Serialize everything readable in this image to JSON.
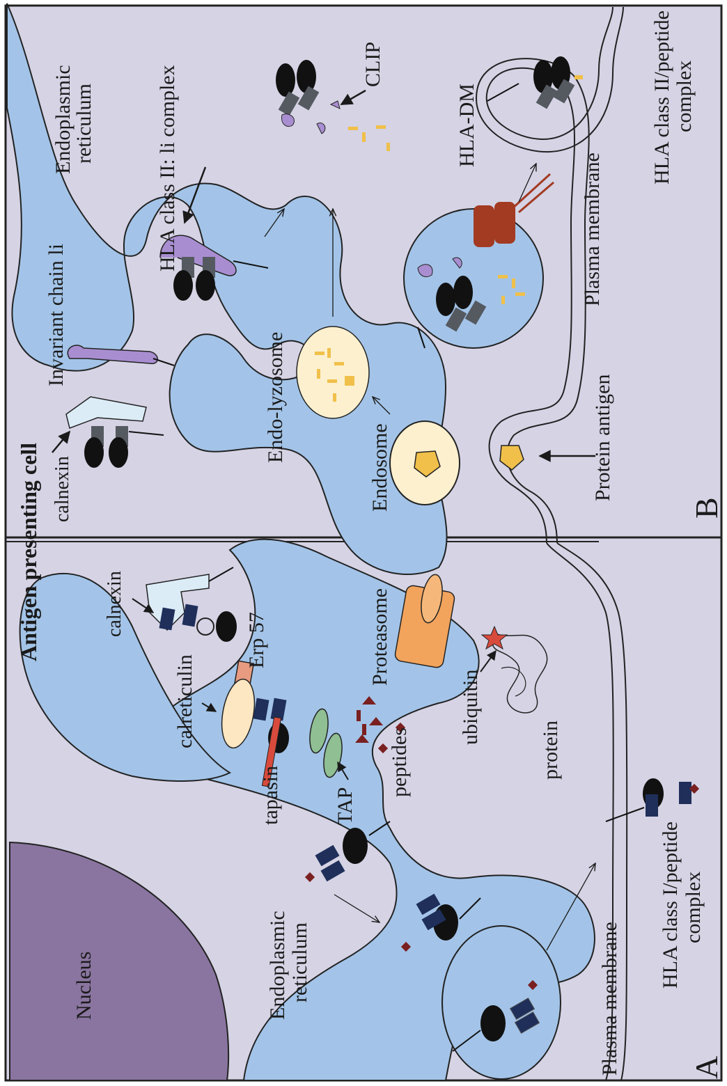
{
  "title": "Antigen presenting cell",
  "panels": {
    "a": "A",
    "b": "B"
  },
  "colors": {
    "background": "#d5d3e4",
    "er": "#a3c4e8",
    "nucleus": "#8a75a0",
    "endosome": "#fdf0cf",
    "mhc1": "#1f2f5a",
    "mhc2": "#555a61",
    "invariant_chain": "#a88ed0",
    "peptide_class1": "#7a2020",
    "peptide_class2": "#f0c04a",
    "hla_dm": "#a33a22",
    "proteasome": "#f2a35c",
    "tap": "#8fbf93"
  },
  "labels": {
    "nucleus": "Nucleus",
    "er_a_line1": "Endoplasmic",
    "er_a_line2": "reticulum",
    "calnexin_a": "calnexin",
    "erp57": "Erp 57",
    "calreticulin": "calreticulin",
    "tapasin": "tapasin",
    "tap": "TAP",
    "proteasome": "Proteasome",
    "peptides": "peptides",
    "ubiquitin": "ubiquitin",
    "protein": "protein",
    "plasma_membrane_a": "Plasma membrane",
    "hla1_line1": "HLA class I/peptide",
    "hla1_line2": "complex",
    "calnexin_b": "calnexin",
    "invariant_chain": "Invariant chain li",
    "hla2_li": "HLA class II: li complex",
    "er_b_line1": "Endoplasmic",
    "er_b_line2": "reticulum",
    "clip": "CLIP",
    "endo_lyzosome": "Endo-lyzosome",
    "endosome": "Endosome",
    "hla_dm": "HLA-DM",
    "protein_antigen": "Protein antigen",
    "plasma_membrane_b": "Plasma membrane",
    "hla2_line1": "HLA class II/peptide",
    "hla2_line2": "complex"
  }
}
